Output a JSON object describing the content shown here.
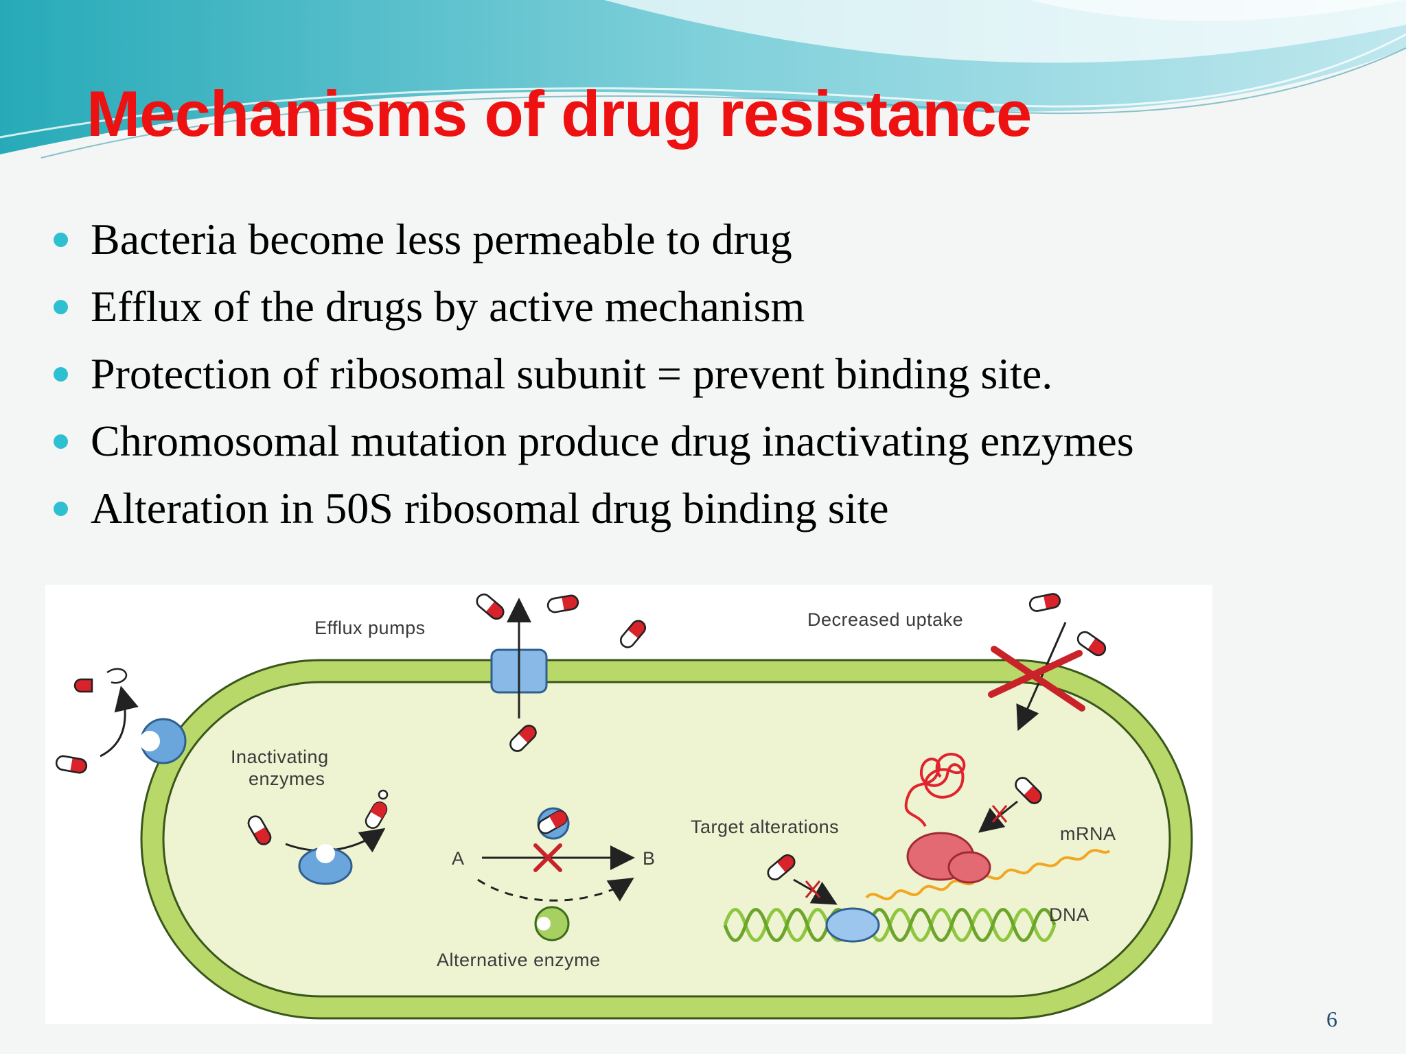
{
  "slide": {
    "title": "Mechanisms of drug resistance",
    "bullets": [
      "Bacteria become less permeable to drug",
      "Efflux of the drugs by active mechanism",
      "Protection  of ribosomal subunit = prevent binding site.",
      "Chromosomal mutation produce drug inactivating enzymes",
      "Alteration in 50S ribosomal drug binding site"
    ],
    "page_number": "6"
  },
  "diagram": {
    "labels": {
      "efflux_pumps": "Efflux pumps",
      "decreased_uptake": "Decreased uptake",
      "inactivating_enzymes_1": "Inactivating",
      "inactivating_enzymes_2": "enzymes",
      "target_alterations": "Target alterations",
      "mrna": "mRNA",
      "dna": "DNA",
      "a": "A",
      "b": "B",
      "alternative_enzyme": "Alternative enzyme"
    }
  },
  "colors": {
    "title": "#ee1111",
    "bullet_marker": "#2ec0d0",
    "cell_wall": "#b9d86a",
    "cytoplasm": "#eef4d2",
    "pill_red": "#d8232a",
    "enzyme_blue": "#6aa6dc",
    "ribosome_pink": "#e36a72",
    "dna_green": "#8ec63f",
    "mrna_orange": "#f2a622"
  }
}
